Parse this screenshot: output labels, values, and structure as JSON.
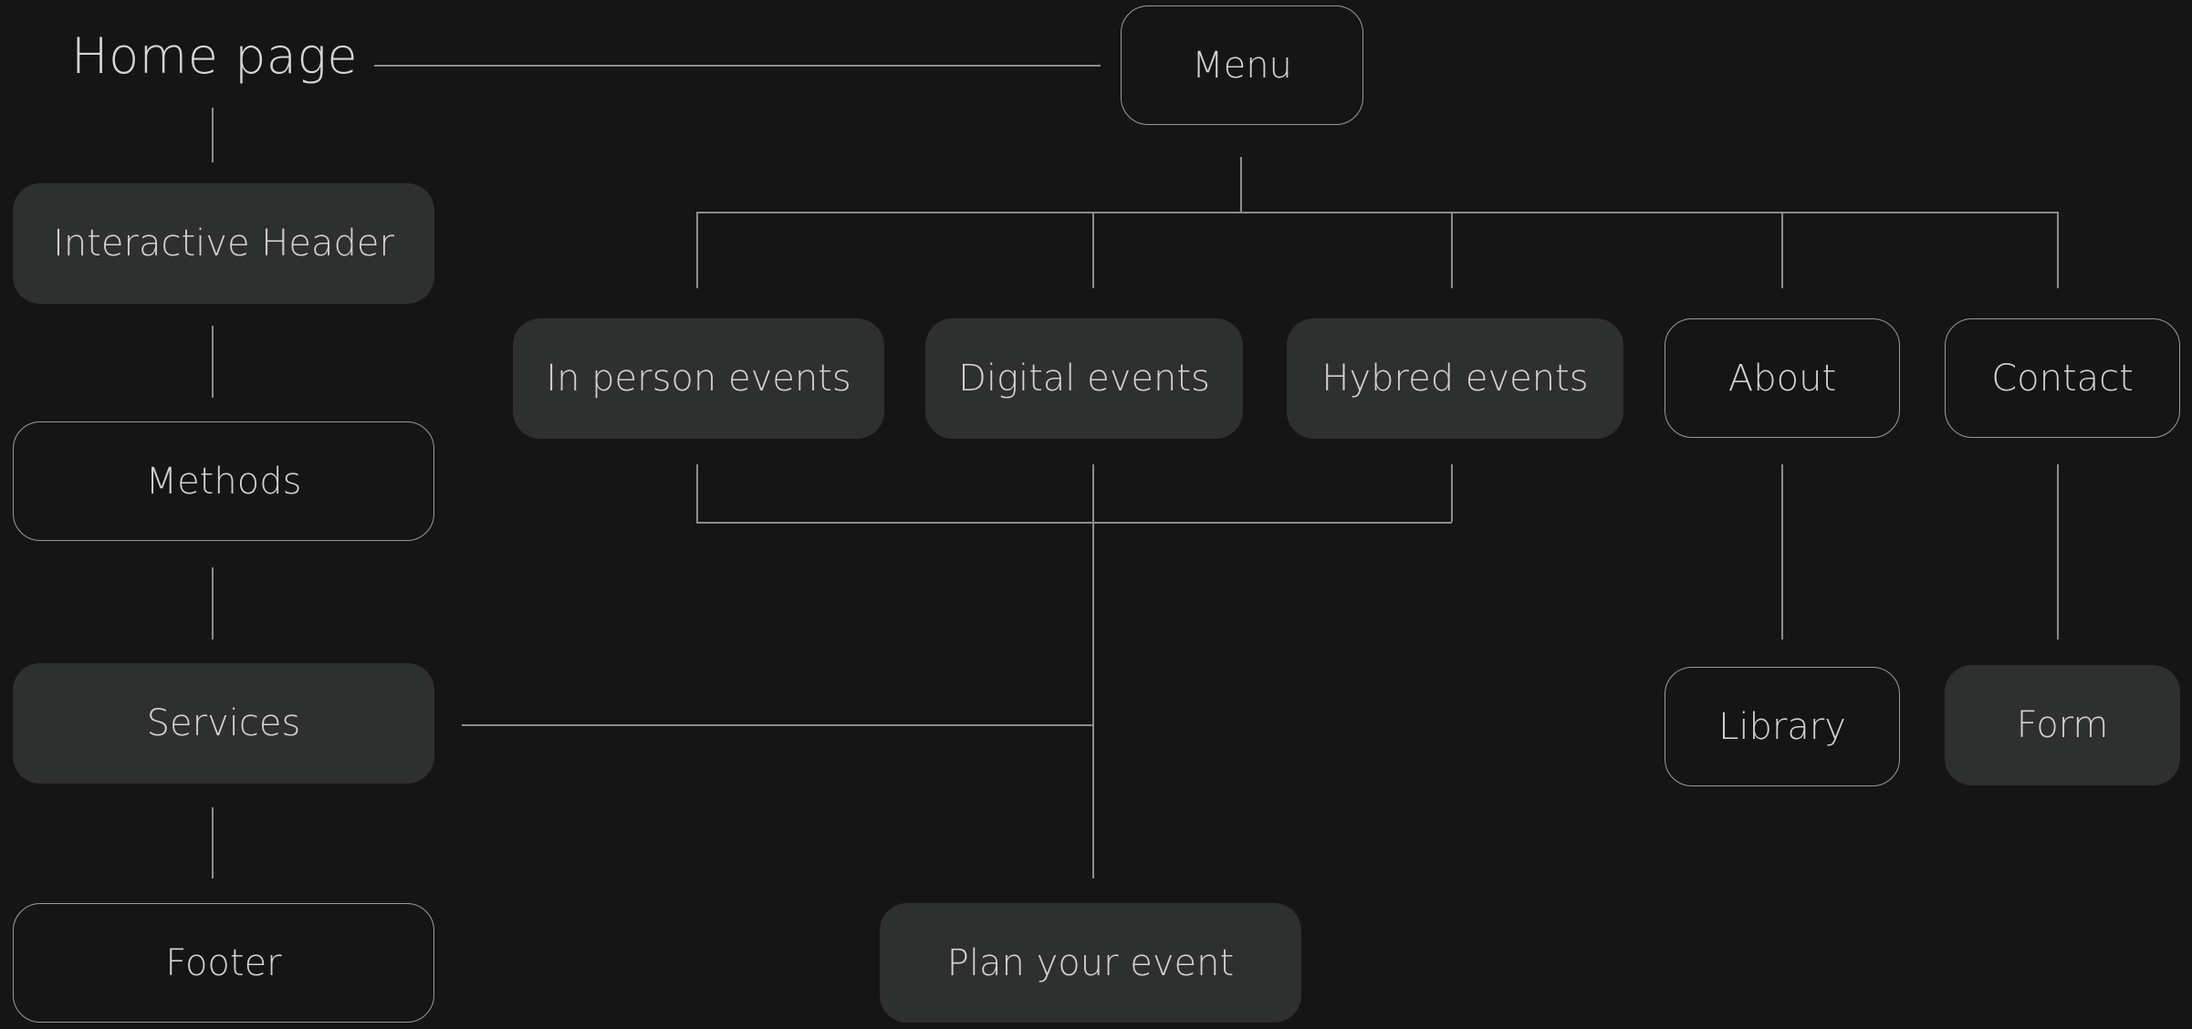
{
  "diagram": {
    "title": "Home page",
    "colors": {
      "background": "#151515",
      "filled_node": "#2e302f",
      "outline_border": "#9a9a9a",
      "connector": "#8c8c8c",
      "text": "#d2d2d2"
    },
    "page_sections": [
      {
        "label": "Interactive Header",
        "style": "filled"
      },
      {
        "label": "Methods",
        "style": "outline"
      },
      {
        "label": "Services",
        "style": "filled"
      },
      {
        "label": "Footer",
        "style": "outline"
      }
    ],
    "menu": {
      "label": "Menu",
      "style": "outline",
      "children": [
        {
          "label": "In person events",
          "style": "filled"
        },
        {
          "label": "Digital events",
          "style": "filled"
        },
        {
          "label": "Hybred events",
          "style": "filled"
        },
        {
          "label": "About",
          "style": "outline",
          "children": [
            {
              "label": "Library",
              "style": "outline"
            }
          ]
        },
        {
          "label": "Contact",
          "style": "outline",
          "children": [
            {
              "label": "Form",
              "style": "filled"
            }
          ]
        }
      ]
    },
    "plan": {
      "label": "Plan your event",
      "style": "filled"
    }
  }
}
